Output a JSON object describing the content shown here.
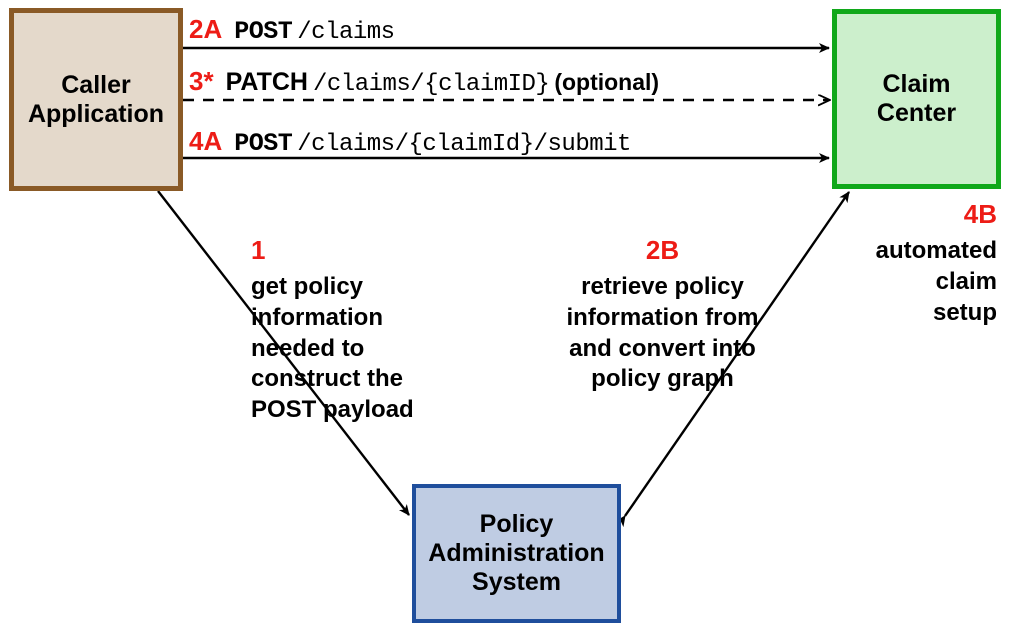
{
  "diagram": {
    "title": "Claim setup integration flow",
    "colors": {
      "step_number_red": "#ED1C16",
      "caller_fill": "#E4D9CB",
      "caller_border": "#8A5A26",
      "claim_center_fill": "#CCEFCC",
      "claim_center_border": "#10A81A",
      "policy_admin_fill": "#BFCCE3",
      "policy_admin_border": "#1F4E9C",
      "line": "#000000"
    },
    "nodes": {
      "caller": {
        "label": "Caller\nApplication"
      },
      "claim_center": {
        "label": "Claim\nCenter"
      },
      "policy_admin": {
        "label": "Policy\nAdministration\nSystem"
      }
    },
    "flows": [
      {
        "step": "2A",
        "verb": "POST",
        "path": "/claims",
        "suffix": "",
        "style": "solid"
      },
      {
        "step": "3*",
        "verb": "PATCH",
        "path": "/claims/{claimID}",
        "suffix": "(optional)",
        "style": "dashed"
      },
      {
        "step": "4A",
        "verb": "POST",
        "path": "/claims/{claimId}/submit",
        "suffix": "",
        "style": "solid"
      }
    ],
    "notes": [
      {
        "step": "1",
        "text": "get policy\ninformation\nneeded to\nconstruct the\nPOST payload"
      },
      {
        "step": "2B",
        "text": "retrieve policy\ninformation from\nand convert into\npolicy graph"
      },
      {
        "step": "4B",
        "text": "automated\nclaim\nsetup"
      }
    ]
  }
}
